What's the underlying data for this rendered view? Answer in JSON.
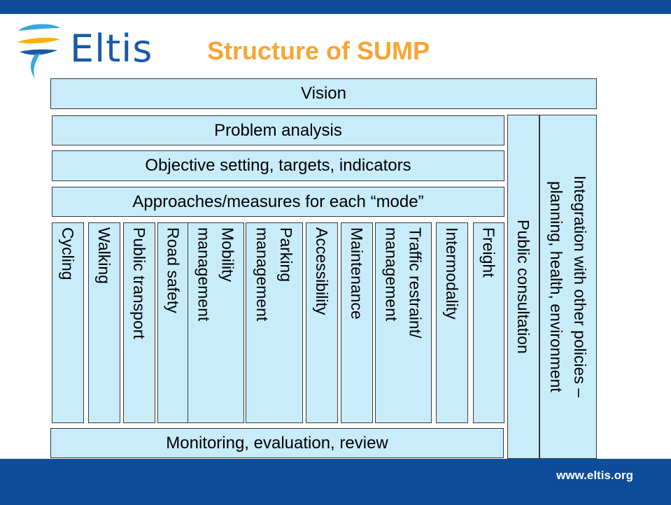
{
  "logo": {
    "text": "Eltis",
    "icon": "eltis-swirl-logo-icon"
  },
  "title": "Structure of SUMP",
  "rows": {
    "vision": "Vision",
    "problem": "Problem analysis",
    "objective": "Objective setting, targets, indicators",
    "approaches": "Approaches/measures for each “mode”",
    "monitoring": "Monitoring, evaluation, review"
  },
  "modes": [
    {
      "lines": [
        "Cycling"
      ]
    },
    {
      "lines": [
        "Walking"
      ]
    },
    {
      "lines": [
        "Public transport"
      ]
    },
    {
      "lines": [
        "Road safety"
      ]
    },
    {
      "lines": [
        "Mobility",
        "management"
      ]
    },
    {
      "lines": [
        "Parking",
        "management"
      ]
    },
    {
      "lines": [
        "Accessibility"
      ]
    },
    {
      "lines": [
        "Maintenance"
      ]
    },
    {
      "lines": [
        "Traffic restraint/",
        "management"
      ]
    },
    {
      "lines": [
        "Intermodality"
      ]
    },
    {
      "lines": [
        "Freight"
      ]
    }
  ],
  "side": {
    "consultation": "Public consultation",
    "integration": [
      "Integration with other policies –",
      "planning, health, environment"
    ]
  },
  "footer": {
    "url": "www.eltis.org"
  },
  "colors": {
    "box_fill": "#c9ecfb",
    "brand_blue": "#0d4c99",
    "title_orange": "#f7a535"
  }
}
